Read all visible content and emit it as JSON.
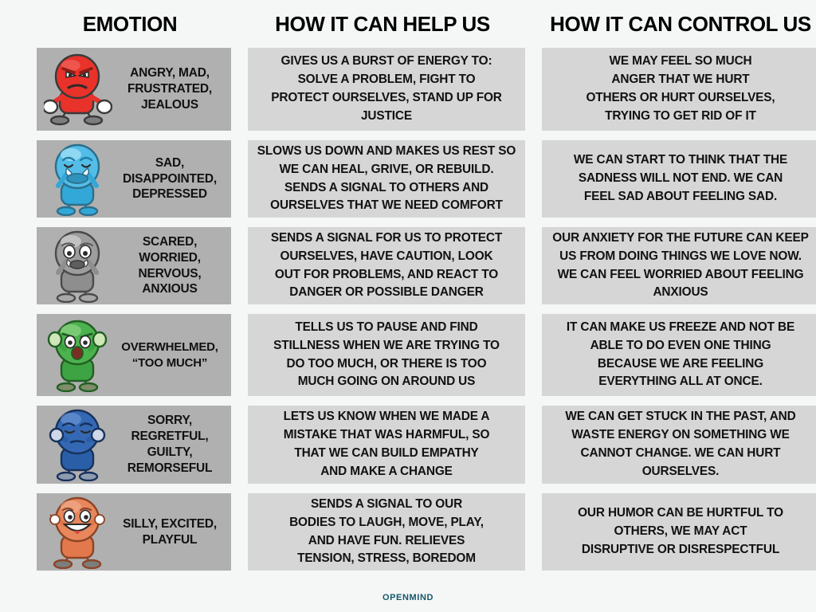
{
  "columns": {
    "emotion": "EMOTION",
    "help": "HOW IT CAN HELP US",
    "control": "HOW IT CAN CONTROL US"
  },
  "rows": [
    {
      "id": "angry",
      "character": "angry-red-character",
      "colors": {
        "body": "#e8322a",
        "shade": "#b0221c",
        "light": "#f4726a"
      },
      "emotion": "ANGRY, MAD,\nFRUSTRATED,\nJEALOUS",
      "help": "GIVES US A BURST OF ENERGY TO:\nSOLVE A PROBLEM, FIGHT TO\nPROTECT OURSELVES, STAND UP FOR\nJUSTICE",
      "control": "WE MAY FEEL SO MUCH\nANGER THAT WE HURT\nOTHERS OR HURT OURSELVES,\nTRYING TO GET RID OF IT"
    },
    {
      "id": "sad",
      "character": "sad-blue-character",
      "colors": {
        "body": "#32a8d8",
        "shade": "#1f7ba3",
        "light": "#8fd8f0"
      },
      "emotion": "SAD,\nDISAPPOINTED,\nDEPRESSED",
      "help": "SLOWS US DOWN AND MAKES US REST SO\nWE CAN HEAL, GRIVE, OR REBUILD.\nSENDS A SIGNAL TO OTHERS AND\nOURSELVES THAT WE NEED COMFORT",
      "control": "WE CAN START TO THINK THAT THE\nSADNESS WILL NOT END. WE CAN\nFEEL SAD ABOUT FEELING SAD."
    },
    {
      "id": "scared",
      "character": "scared-gray-character",
      "colors": {
        "body": "#8e8e8e",
        "shade": "#5e5e5e",
        "light": "#c3c3c3"
      },
      "emotion": "SCARED,\nWORRIED,\nNERVOUS,\nANXIOUS",
      "help": "SENDS A SIGNAL FOR US TO PROTECT\nOURSELVES, HAVE CAUTION, LOOK\nOUT FOR PROBLEMS, AND REACT TO\nDANGER OR POSSIBLE DANGER",
      "control": "OUR ANXIETY FOR THE FUTURE CAN KEEP\nUS FROM DOING THINGS WE LOVE NOW.\nWE CAN FEEL WORRIED ABOUT FEELING\nANXIOUS"
    },
    {
      "id": "overwhelmed",
      "character": "overwhelmed-green-character",
      "colors": {
        "body": "#3da343",
        "shade": "#1f7a2c",
        "light": "#7ccc72"
      },
      "emotion": "OVERWHELMED,\n“TOO MUCH”",
      "help": "TELLS US TO PAUSE AND FIND\nSTILLNESS WHEN WE ARE TRYING TO\nDO TOO MUCH, OR THERE IS TOO\nMUCH GOING ON AROUND US",
      "control": "IT CAN MAKE US FREEZE AND NOT BE\nABLE TO DO EVEN ONE THING\nBECAUSE WE ARE FEELING\nEVERYTHING ALL AT ONCE."
    },
    {
      "id": "sorry",
      "character": "sorry-darkblue-character",
      "colors": {
        "body": "#2a5fa8",
        "shade": "#1b3f73",
        "light": "#5b8fd0"
      },
      "emotion": "SORRY,\nREGRETFUL,\nGUILTY,\nREMORSEFUL",
      "help": "LETS US KNOW WHEN WE MADE A\nMISTAKE THAT WAS HARMFUL, SO\nTHAT WE CAN BUILD EMPATHY\nAND MAKE A CHANGE",
      "control": "WE CAN GET STUCK IN THE PAST, AND\nWASTE ENERGY ON SOMETHING WE\nCANNOT CHANGE. WE CAN HURT\nOURSELVES."
    },
    {
      "id": "silly",
      "character": "silly-orange-character",
      "colors": {
        "body": "#e2784c",
        "shade": "#b7542e",
        "light": "#f0a383"
      },
      "emotion": "SILLY,\nEXCITED,\nPLAYFUL",
      "help": "SENDS A SIGNAL TO OUR\nBODIES TO LAUGH, MOVE, PLAY,\nAND HAVE FUN. RELIEVES\nTENSION, STRESS, BOREDOM",
      "control": "OUR HUMOR CAN BE HURTFUL TO\nOTHERS, WE MAY ACT\nDISRUPTIVE OR DISRESPECTFUL"
    }
  ],
  "footer": {
    "brand": "OPENMIND"
  },
  "theme": {
    "page_background": "#f5f6f6",
    "emotion_cell_background": "#b0b0b0",
    "text_cell_background": "#d6d6d6",
    "footer_color": "#14586b"
  }
}
